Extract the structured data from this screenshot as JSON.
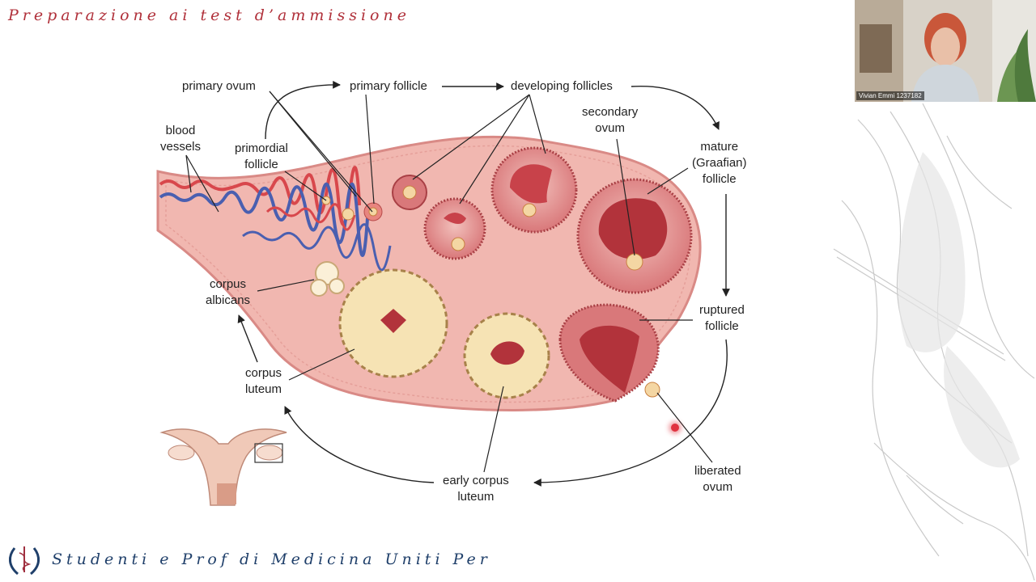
{
  "slide": {
    "header": "Preparazione ai test d’ammissione",
    "footer": "Studenti e Prof di Medicina Uniti Per"
  },
  "diagram": {
    "labels": {
      "primary_ovum": "primary ovum",
      "primary_follicle": "primary follicle",
      "developing_follicles": "developing follicles",
      "blood_vessels_1": "blood",
      "blood_vessels_2": "vessels",
      "primordial_follicle_1": "primordial",
      "primordial_follicle_2": "follicle",
      "secondary_ovum_1": "secondary",
      "secondary_ovum_2": "ovum",
      "mature_follicle_1": "mature",
      "mature_follicle_2": "(Graafian)",
      "mature_follicle_3": "follicle",
      "corpus_albicans_1": "corpus",
      "corpus_albicans_2": "albicans",
      "ruptured_follicle_1": "ruptured",
      "ruptured_follicle_2": "follicle",
      "corpus_luteum_1": "corpus",
      "corpus_luteum_2": "luteum",
      "early_corpus_luteum_1": "early corpus",
      "early_corpus_luteum_2": "luteum",
      "liberated_ovum_1": "liberated",
      "liberated_ovum_2": "ovum"
    }
  },
  "video": {
    "participant_name": "Vivian Emmi 1237182"
  },
  "colors": {
    "header_red": "#b0303a",
    "footer_blue": "#1f3f6a",
    "ovary_pink": "#f1b7b0",
    "tissue_red": "#c8424a",
    "corpus_cream": "#f6e3b4"
  }
}
